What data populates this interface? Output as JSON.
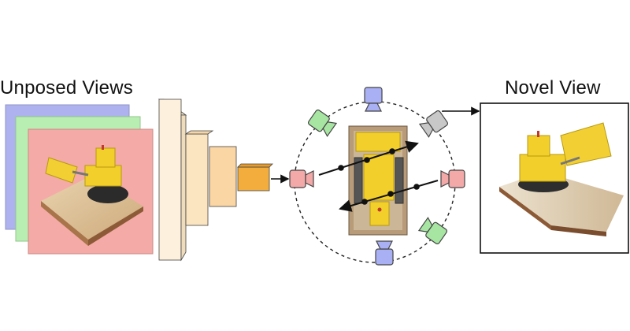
{
  "labels": {
    "input": "Unposed Views",
    "output": "Novel View"
  },
  "icons": {
    "input_view_back": "view-card",
    "input_view_middle": "view-card",
    "input_view_front": "bulldozer-image",
    "encoder": "network-block",
    "camera": "camera-icon",
    "scene": "bulldozer-scene",
    "output": "bulldozer-image"
  },
  "colors": {
    "view_blue": "#aeb2ee",
    "view_green": "#b9eeb3",
    "view_red": "#f4aaa6",
    "encoder_light": "#fdf0dc",
    "encoder_mid": "#fad6a4",
    "encoder_dark": "#f2ad3c",
    "camera_red": "#f4a9a9",
    "camera_green": "#a6e5a2",
    "camera_blue": "#aab0f4",
    "camera_gray": "#c8c8c8"
  }
}
